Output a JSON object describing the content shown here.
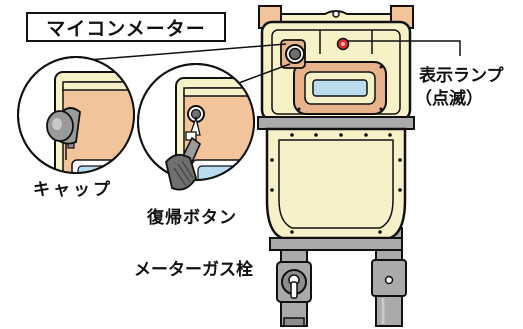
{
  "title": "マイコンメーター",
  "labels": {
    "cap": "キャップ",
    "reset_button": "復帰ボタン",
    "indicator_lamp_line1": "表示ランプ",
    "indicator_lamp_line2": "（点滅）",
    "meter_gas_valve": "メーターガス栓"
  },
  "colors": {
    "meter_body": "#f7f1c8",
    "meter_outline": "#111111",
    "cap_bracket": "#f2c49b",
    "window_frame": "#e6b38c",
    "window_glass": "#b9dcef",
    "pipe": "#a9aaab",
    "pipe_dark": "#8c8d8e",
    "lamp": "#d9302c",
    "knob": "#6f6f6f",
    "knob_light": "#9a9a9a"
  }
}
